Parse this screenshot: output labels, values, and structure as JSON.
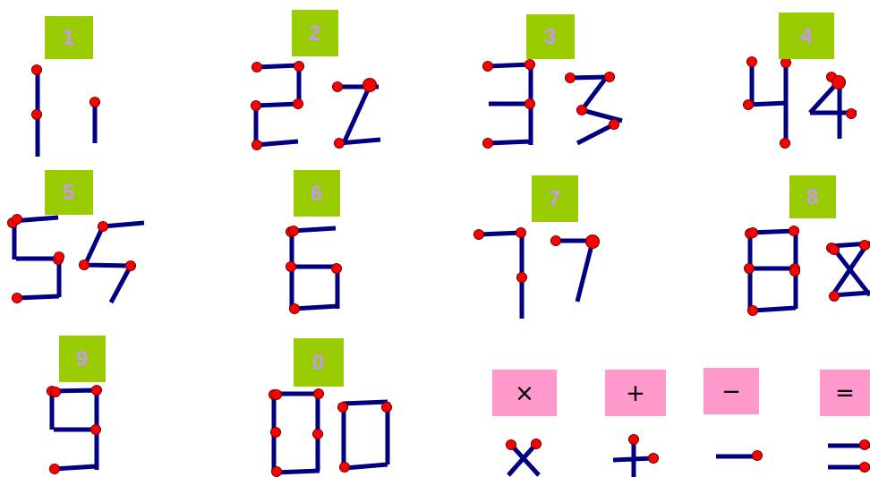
{
  "diagram": {
    "nodes": [
      {
        "text": [
          "1"
        ]
      },
      {
        "text": [
          "2"
        ]
      },
      {
        "text": [
          "3"
        ]
      },
      {
        "text": [
          "4"
        ]
      },
      {
        "text": [
          "5"
        ]
      },
      {
        "text": [
          "6"
        ]
      },
      {
        "text": [
          "7"
        ]
      },
      {
        "text": [
          "8"
        ]
      },
      {
        "text": [
          "9"
        ]
      },
      {
        "text": [
          "0"
        ]
      },
      {
        "text": [
          "×"
        ]
      },
      {
        "text": [
          "+"
        ]
      },
      {
        "text": [
          "−"
        ]
      },
      {
        "text": [
          "="
        ]
      }
    ]
  }
}
